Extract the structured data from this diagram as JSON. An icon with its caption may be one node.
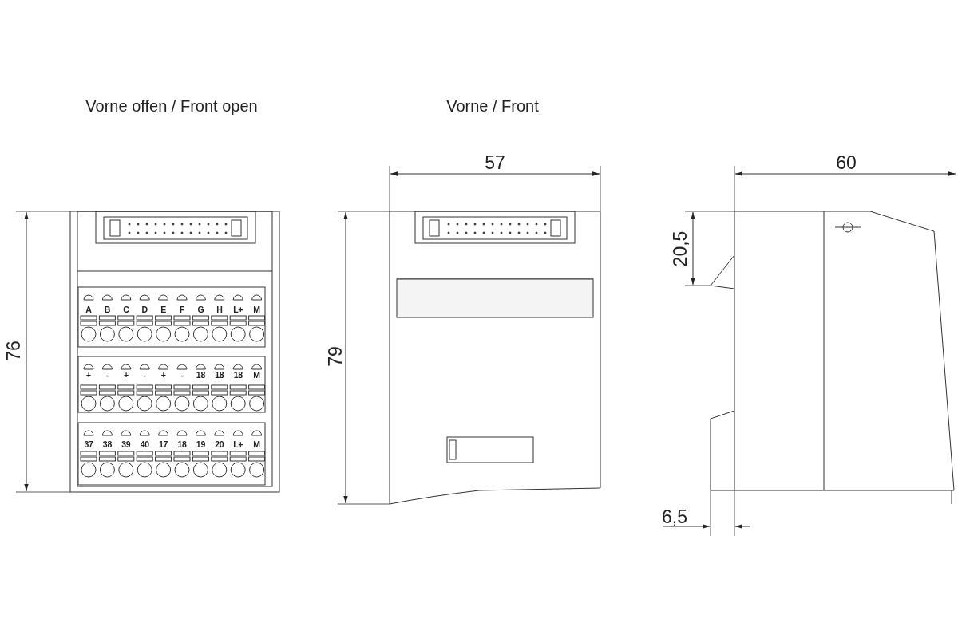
{
  "diagram": {
    "labels": [
      "Vorne offen / Front open",
      "Vorne / Front",
      "57",
      "60",
      "76",
      "79",
      "20,5",
      "6,5",
      "A",
      "B",
      "C",
      "D",
      "E",
      "F",
      "G",
      "H",
      "L+",
      "M",
      "+",
      "-",
      "+",
      "-",
      "+",
      "-",
      "18",
      "18",
      "18",
      "M",
      "37",
      "38",
      "39",
      "40",
      "17",
      "18",
      "19",
      "20",
      "L+",
      "M"
    ]
  }
}
